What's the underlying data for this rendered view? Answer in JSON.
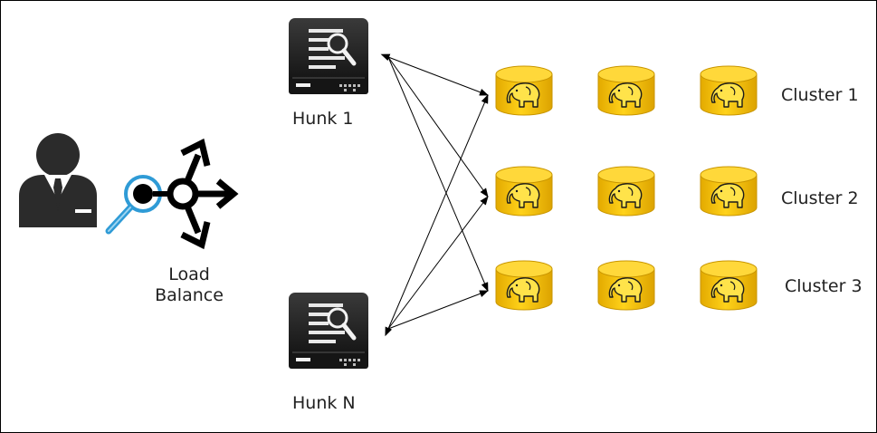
{
  "labels": {
    "load_balance": "Load\nBalance",
    "hunk_1": "Hunk 1",
    "hunk_n": "Hunk N",
    "cluster_1": "Cluster 1",
    "cluster_2": "Cluster 2",
    "cluster_3": "Cluster 3"
  },
  "icons": {
    "user": "user-icon",
    "magnifier": "magnifier-icon",
    "load_balancer": "load-balancer-icon",
    "server": "server-icon",
    "hadoop_db": "hadoop-database-icon"
  },
  "colors": {
    "db_gold": "#f5c000",
    "db_dark": "#d9a400",
    "server_dark": "#1a1a1a",
    "magnifier_blue": "#2f9bd6"
  },
  "clusters": [
    {
      "name": "Cluster 1",
      "nodes": 3
    },
    {
      "name": "Cluster 2",
      "nodes": 3
    },
    {
      "name": "Cluster 3",
      "nodes": 3
    }
  ]
}
